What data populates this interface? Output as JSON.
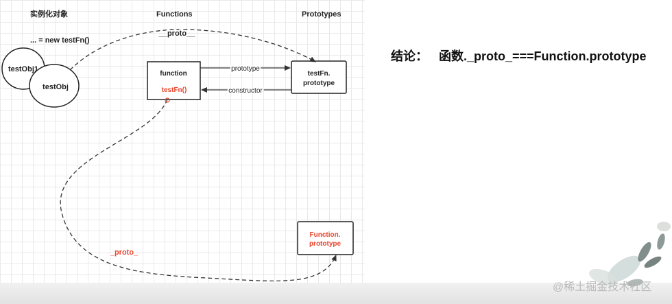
{
  "headers": {
    "instances": "实例化对象",
    "functions": "Functions",
    "prototypes": "Prototypes"
  },
  "instances": {
    "code": "... = new testFn()",
    "obj1": "testObj1",
    "obj": "testObj"
  },
  "function_box": {
    "keyword": "function",
    "name": "testFn()"
  },
  "prototype_box": {
    "line1": "testFn.",
    "line2": "prototype"
  },
  "function_prototype_box": {
    "line1": "Function.",
    "line2": "prototype"
  },
  "edges": {
    "proto_top": "__proto__",
    "prototype": "prototype",
    "constructor": "constructor",
    "proto_bottom": "_proto_"
  },
  "conclusion": {
    "label": "结论：",
    "formula": "函数._proto_===Function.prototype"
  },
  "watermark": "@稀土掘金技术社区",
  "colors": {
    "accent_red": "#e8452c",
    "line": "#333333"
  }
}
